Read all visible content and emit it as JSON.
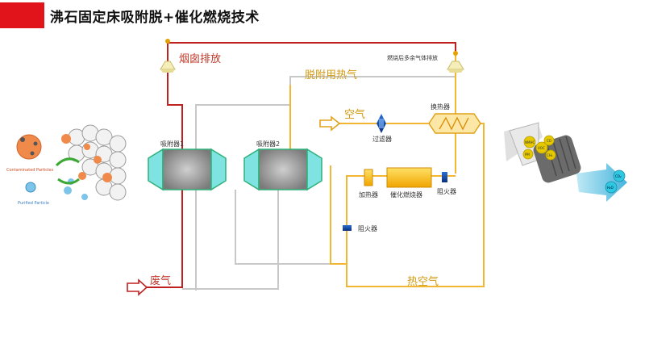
{
  "title": "沸石固定床吸附脱+催化燃烧技术",
  "labels": {
    "smoke_exhaust": "烟囱排放",
    "post_combustion_exhaust": "燃烧后多余气体排放",
    "desorption_hot_gas": "脱附用热气",
    "air": "空气",
    "heat_exchanger": "换热器",
    "filter": "过滤器",
    "adsorber1": "吸附器1",
    "adsorber2": "吸附器2",
    "heater": "加热器",
    "catalytic_combustor": "催化燃烧器",
    "flame_arrester_right": "阻火器",
    "flame_arrester_mid": "阻火器",
    "waste_gas": "废气",
    "hot_air": "热空气"
  },
  "left_illustration": {
    "contaminated": "Contaminated Particles",
    "purified": "Purified Particle"
  },
  "right_illustration": {
    "molecules_in": [
      "NMHC",
      "PM",
      "VOC",
      "CO",
      "CH₄"
    ],
    "molecules_out": [
      "CO₂",
      "H₂O"
    ]
  },
  "colors": {
    "title_accent": "#e0141a",
    "red_flow": "#c0201e",
    "yellow_flow": "#f2b632",
    "gray_flow": "#c8c8c8",
    "adsorber_cyan": "#7fe3e1"
  }
}
